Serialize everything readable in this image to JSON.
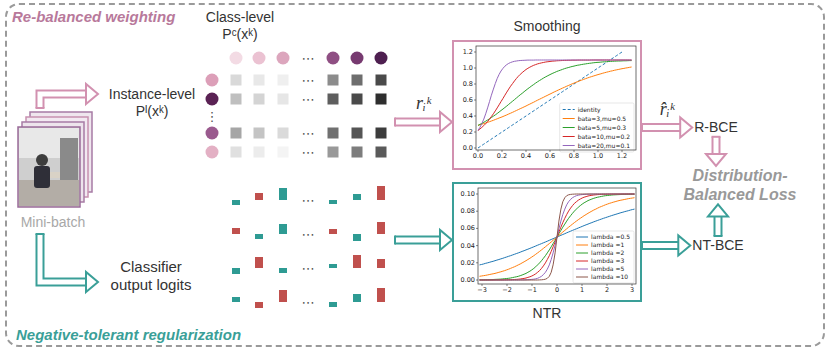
{
  "diagram": {
    "nodes": [
      {
        "text": [
          "Re-balanced weighting",
          "Negative-tolerant regularization"
        ]
      },
      {
        "text": [
          "Class-level Pᶜ(xᵏ)",
          "Instance-level Pᴵ(xᵏ)"
        ],
        "in": 0
      },
      {
        "text": [
          "Classifier output logits"
        ],
        "in": 0
      },
      {
        "text": [
          "Mini-batch"
        ],
        "in": 0
      },
      {
        "text": [
          "Smoothing"
        ],
        "in": 0
      },
      {
        "text": [
          "NTR"
        ],
        "in": 0
      },
      {
        "text": [
          "R-BCE"
        ],
        "in": 0
      },
      {
        "text": [
          "NT-BCE"
        ],
        "in": 0
      },
      {
        "text": [
          "Distribution-Balanced Loss"
        ],
        "in": 0
      }
    ],
    "edges": [
      {
        "from": 3,
        "to": 1,
        "arrow": "to"
      },
      {
        "from": 3,
        "to": 2,
        "arrow": "to"
      },
      {
        "from": 1,
        "to": 4,
        "arrow": "to",
        "label": "rᵢᵏ"
      },
      {
        "from": 2,
        "to": 5,
        "arrow": "to"
      },
      {
        "from": 4,
        "to": 6,
        "arrow": "to",
        "label": "r̂ᵢᵏ"
      },
      {
        "from": 5,
        "to": 7,
        "arrow": "to"
      },
      {
        "from": 6,
        "to": 8,
        "arrow": "to"
      },
      {
        "from": 7,
        "to": 8,
        "arrow": "to"
      }
    ],
    "labels": [
      "⋯",
      "⋯",
      "⋯",
      "⋯",
      "⋯",
      "⋮",
      "⋯",
      "⋯",
      "⋯",
      "⋯",
      "0.0",
      "0.2",
      "0.4",
      "0.6",
      "0.8",
      "1.0",
      "1.2",
      "0.0",
      "0.2",
      "0.4",
      "0.6",
      "0.8",
      "1.0",
      "1.2",
      "0.00",
      "0.02",
      "0.04",
      "0.06",
      "0.08",
      "0.10",
      "−3",
      "−2",
      "−1",
      "0",
      "1",
      "2",
      "3"
    ],
    "legend": [
      {
        "text": "identity"
      },
      {
        "text": "bata=3,mu=0.5"
      },
      {
        "text": "bata=5,mu=0.3"
      },
      {
        "text": "bata=10,mu=0.2"
      },
      {
        "text": "bata=20,mu=0.1"
      },
      {
        "text": "lambda =0.5"
      },
      {
        "text": "lambda =1"
      },
      {
        "text": "lambda =2"
      },
      {
        "text": "lambda =3"
      },
      {
        "text": "lambda =5"
      },
      {
        "text": "lambda =10"
      }
    ]
  }
}
